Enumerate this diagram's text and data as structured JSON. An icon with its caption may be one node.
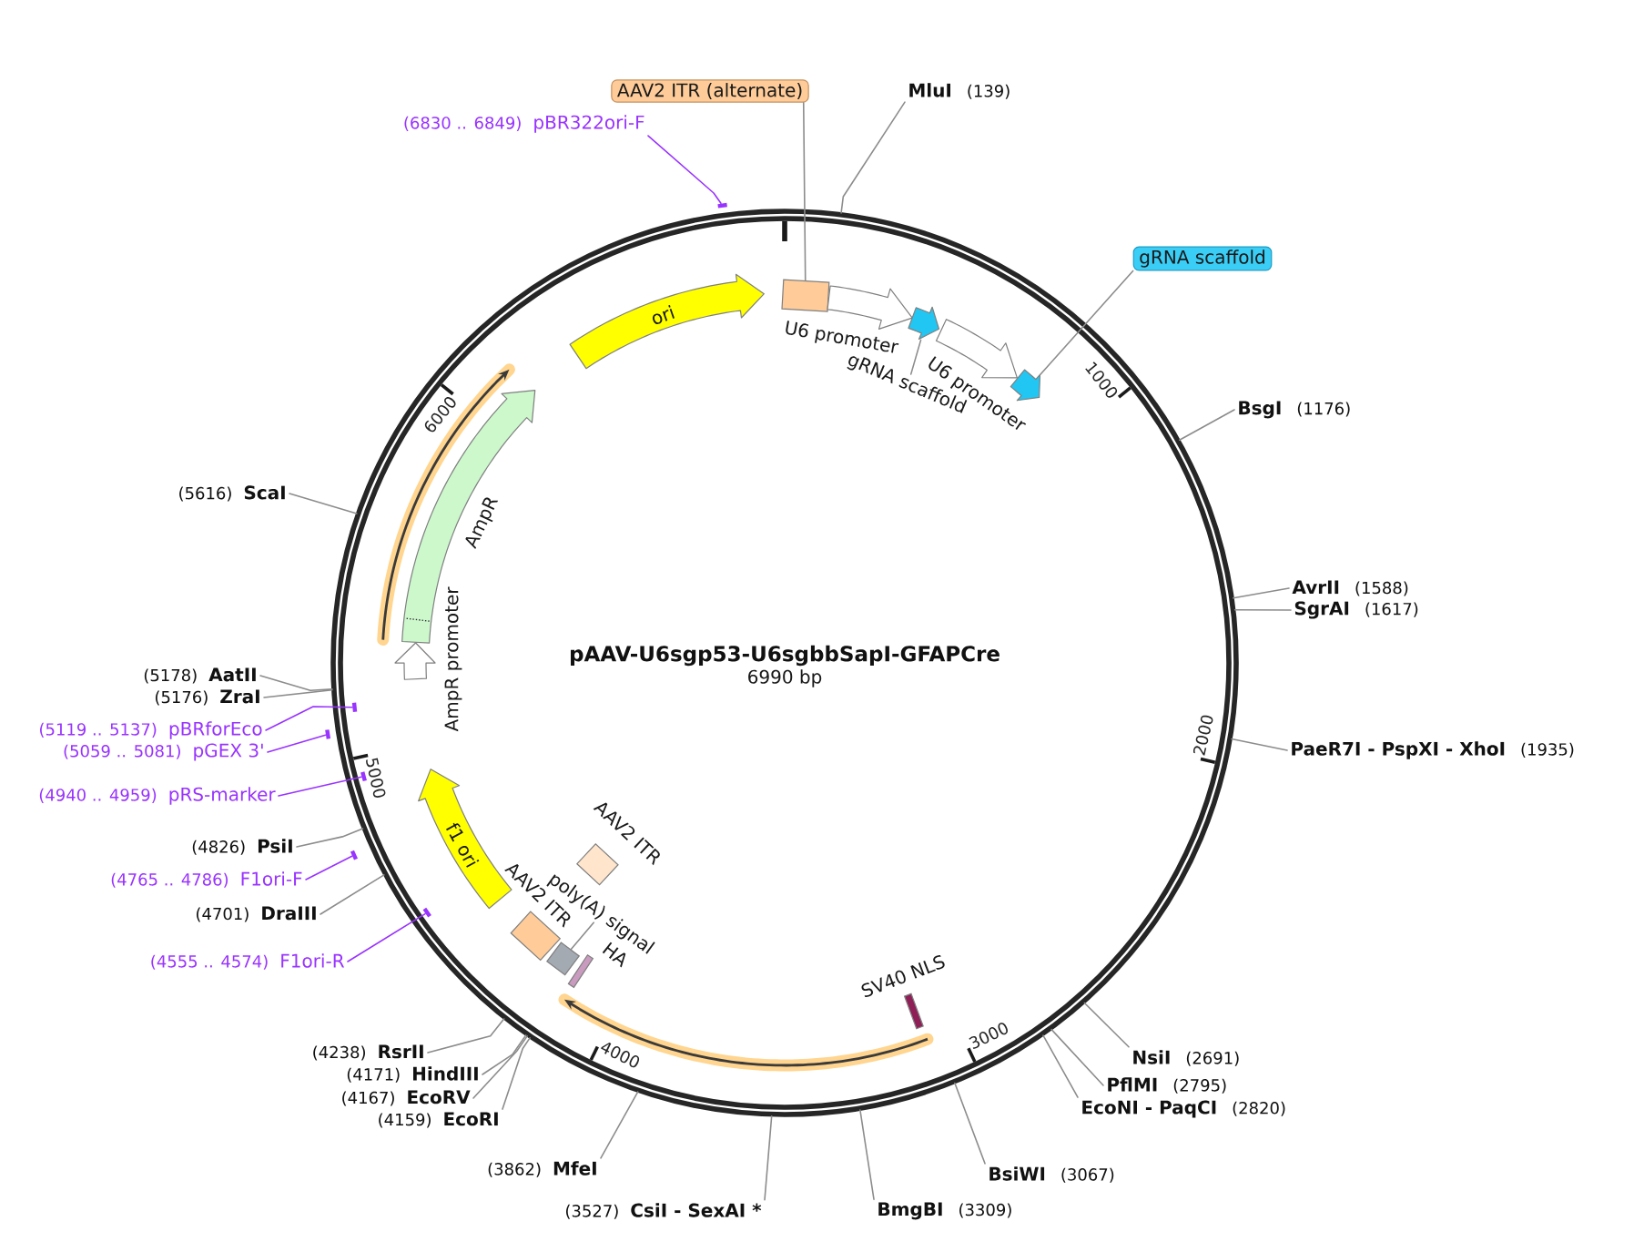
{
  "diagram": {
    "title": "pAAV-U6sgp53-U6sgbbSapI-GFAPCre",
    "nodes": [
      {
        "text": [
          "AAV2 ITR (alternate)"
        ]
      },
      {
        "text": [
          "MluI",
          "(139)"
        ]
      },
      {
        "text": [
          "(6830 .. 6849)",
          "pBR322ori-F"
        ]
      },
      {
        "text": [],
        "shape": "bar"
      },
      {
        "text": [],
        "shape": "box"
      },
      {
        "text": [
          "gRNA scaffold"
        ]
      },
      {
        "text": [
          "ori"
        ]
      },
      {
        "text": [
          "U6 promoter"
        ]
      },
      {
        "text": [],
        "shape": "arrow"
      },
      {
        "text": [
          "gRNA scaffold"
        ]
      },
      {
        "text": [
          "U6 promoter"
        ]
      },
      {
        "text": [],
        "shape": "arrow"
      },
      {
        "text": [
          "BsgI",
          "(1176)"
        ]
      },
      {
        "text": [
          "AmpR"
        ]
      },
      {
        "text": [
          "(5616)",
          "ScaI"
        ]
      },
      {
        "text": [
          "AvrII",
          "(1588)"
        ]
      },
      {
        "text": [
          "SgrAI",
          "(1617)"
        ]
      },
      {
        "text": [
          "AmpR promoter"
        ]
      },
      {
        "text": [
          "(5178)",
          "AatII"
        ]
      },
      {
        "text": [
          "(5176)",
          "ZraI"
        ]
      },
      {
        "text": [
          "(5119 .. 5137)",
          "pBRforEco"
        ]
      },
      {
        "text": [],
        "shape": "bar"
      },
      {
        "text": [
          "(5059 .. 5081)",
          "pGEX 3'"
        ]
      },
      {
        "text": [],
        "shape": "bar"
      },
      {
        "text": [
          "PaeR7I - PspXI - XhoI",
          "(1935)"
        ]
      },
      {
        "text": [
          "(4940 .. 4959)",
          "pRS-marker"
        ]
      },
      {
        "text": [],
        "shape": "bar"
      },
      {
        "text": [
          "f1 ori"
        ]
      },
      {
        "text": [
          "(4826)",
          "PsiI"
        ]
      },
      {
        "text": [
          "AAV2 ITR"
        ]
      },
      {
        "text": [
          "(4765 .. 4786)",
          "F1ori-F"
        ]
      },
      {
        "text": [],
        "shape": "bar"
      },
      {
        "text": [
          "(4701)",
          "DraIII"
        ]
      },
      {
        "text": [
          "AAV2 ITR"
        ]
      },
      {
        "text": [
          "poly(A) signal"
        ]
      },
      {
        "text": [],
        "shape": "box"
      },
      {
        "text": [
          "HA"
        ]
      },
      {
        "text": [
          "(4555 .. 4574)",
          "F1ori-R"
        ]
      },
      {
        "text": [],
        "shape": "bar"
      },
      {
        "text": [
          "SV40 NLS"
        ]
      },
      {
        "text": [
          "NsiI",
          "(2691)"
        ]
      },
      {
        "text": [
          "(4238)",
          "RsrII"
        ]
      },
      {
        "text": [
          "PflMI",
          "(2795)"
        ]
      },
      {
        "text": [
          "(4171)",
          "HindIII"
        ]
      },
      {
        "text": [
          "EcoNI - PaqCI",
          "(2820)"
        ]
      },
      {
        "text": [
          "(4167)",
          "EcoRV"
        ]
      },
      {
        "text": [
          "(4159)",
          "EcoRI"
        ]
      },
      {
        "text": [
          "BsiWI",
          "(3067)"
        ]
      },
      {
        "text": [
          "(3862)",
          "MfeI"
        ]
      },
      {
        "text": [
          "BmgBI",
          "(3309)"
        ]
      },
      {
        "text": [
          "(3527)",
          "CsiI - SexAI *"
        ]
      }
    ],
    "edges": [
      {
        "from": 0,
        "to": 4,
        "arrow": "none"
      },
      {
        "from": 1,
        "to": null,
        "arrow": "none"
      },
      {
        "from": 2,
        "to": 3,
        "arrow": "none",
        "color": "#9933ff"
      },
      {
        "from": 5,
        "to": 11,
        "arrow": "none"
      },
      {
        "from": 9,
        "to": 8,
        "arrow": "none"
      },
      {
        "from": 12,
        "to": null,
        "arrow": "none"
      },
      {
        "from": 14,
        "to": null,
        "arrow": "none"
      },
      {
        "from": 15,
        "to": null,
        "arrow": "none"
      },
      {
        "from": 16,
        "to": null,
        "arrow": "none"
      },
      {
        "from": 18,
        "to": null,
        "arrow": "none"
      },
      {
        "from": 19,
        "to": null,
        "arrow": "none"
      },
      {
        "from": 20,
        "to": 21,
        "arrow": "none",
        "color": "#9933ff"
      },
      {
        "from": 22,
        "to": 23,
        "arrow": "none",
        "color": "#9933ff"
      },
      {
        "from": 24,
        "to": null,
        "arrow": "none"
      },
      {
        "from": 25,
        "to": 26,
        "arrow": "none",
        "color": "#9933ff"
      },
      {
        "from": 28,
        "to": null,
        "arrow": "none"
      },
      {
        "from": 30,
        "to": 31,
        "arrow": "none",
        "color": "#9933ff"
      },
      {
        "from": 32,
        "to": null,
        "arrow": "none"
      },
      {
        "from": 34,
        "to": 35,
        "arrow": "none"
      },
      {
        "from": 37,
        "to": 38,
        "arrow": "none",
        "color": "#9933ff"
      },
      {
        "from": 40,
        "to": null,
        "arrow": "none"
      },
      {
        "from": 41,
        "to": null,
        "arrow": "none"
      },
      {
        "from": 42,
        "to": null,
        "arrow": "none"
      },
      {
        "from": 43,
        "to": null,
        "arrow": "none"
      },
      {
        "from": 44,
        "to": null,
        "arrow": "none"
      },
      {
        "from": 45,
        "to": null,
        "arrow": "none"
      },
      {
        "from": 46,
        "to": null,
        "arrow": "none"
      },
      {
        "from": 47,
        "to": null,
        "arrow": "none"
      },
      {
        "from": 48,
        "to": null,
        "arrow": "none"
      },
      {
        "from": 49,
        "to": null,
        "arrow": "none"
      },
      {
        "from": 50,
        "to": null,
        "arrow": "none"
      }
    ],
    "labels": [
      "6990 bp",
      "1000",
      "2000",
      "3000",
      "4000",
      "5000",
      "6000"
    ]
  }
}
